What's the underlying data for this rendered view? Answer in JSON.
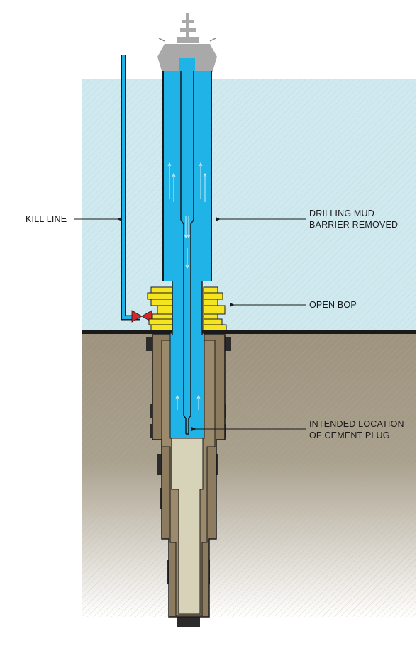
{
  "labels": {
    "kill_line": "KILL LINE",
    "drilling_mud_line1": "DRILLING MUD",
    "drilling_mud_line2": "BARRIER REMOVED",
    "open_bop": "OPEN BOP",
    "cement_plug_line1": "INTENDED LOCATION",
    "cement_plug_line2": "OF CEMENT PLUG"
  },
  "colors": {
    "sea_water": "#cfe9ef",
    "drilling_mud": "#1fb3e8",
    "bop": "#f5e521",
    "valve": "#d9262b",
    "seabed_sediment": "#9d937f",
    "casing": "#8c7b5f",
    "cement": "#d6d3b9",
    "outline": "#1a1a1a",
    "rig": "#a9a9a9"
  }
}
